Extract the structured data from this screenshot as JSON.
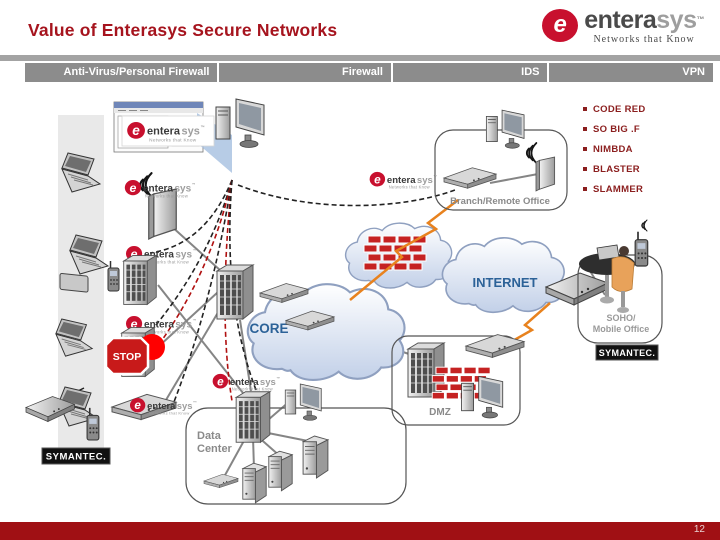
{
  "slide": {
    "title": "Value of Enterasys Secure Networks",
    "page_number": "12"
  },
  "brand": {
    "e": "e",
    "part1": "entera",
    "part2": "sys",
    "tm": "™",
    "tagline": "Networks that Know"
  },
  "security_bar": {
    "segments": [
      "Anti-Virus/Personal Firewall",
      "Firewall",
      "IDS",
      "VPN"
    ]
  },
  "threats": [
    "CODE RED",
    "SO BIG .F",
    "NIMBDA",
    "BLASTER",
    "SLAMMER"
  ],
  "diagram": {
    "zones": {
      "branch": "Branch/Remote Office",
      "internet": "INTERNET",
      "core": "CORE",
      "dmz": "DMZ",
      "data_center_1": "Data",
      "data_center_2": "Center",
      "soho_1": "SOHO/",
      "soho_2": "Mobile Office"
    },
    "stop_sign": "STOP",
    "symantec": "SYMANTEC.",
    "colors": {
      "title_red": "#A6141E",
      "bar_gray": "#8C8C8C",
      "zone_label_blue": "#2C6298",
      "threat_red": "#8B1E1E",
      "footer_red": "#A01014",
      "brick_red": "#C52222",
      "bolt_orange": "#E8821E",
      "brand_red": "#C8102E",
      "stop_red": "#C81A1A"
    }
  }
}
